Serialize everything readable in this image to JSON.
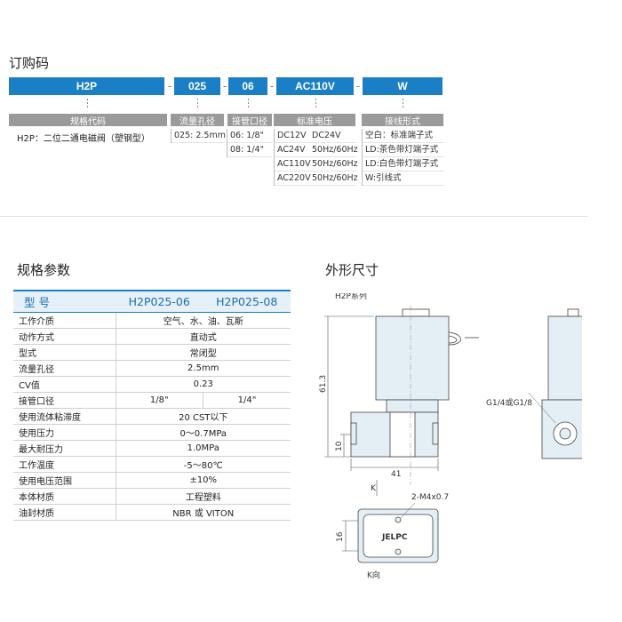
{
  "order": {
    "title": "订购码",
    "codes": [
      "H2P",
      "025",
      "06",
      "AC110V",
      "W"
    ],
    "separator": "-",
    "labels": [
      "规格代码",
      "流量孔径",
      "接管口径",
      "标准电压",
      "接线形式"
    ],
    "model_desc": "H2P：二位二通电磁阀（塑钢型）",
    "orifice": "025: 2.5mm",
    "port": [
      "06: 1/8\"",
      "08: 1/4\""
    ],
    "voltage": [
      [
        "DC12V",
        "DC24V"
      ],
      [
        "AC24V",
        "50Hz/60Hz"
      ],
      [
        "AC110V",
        "50Hz/60Hz"
      ],
      [
        "AC220V",
        "50Hz/60Hz"
      ]
    ],
    "wiring": [
      "空白：标准端子式",
      "LD:茶色带灯端子式",
      "LD:白色带灯端子式",
      "W:引线式"
    ]
  },
  "spec": {
    "title": "规格参数",
    "header": [
      "型 号",
      "H2P025-06",
      "H2P025-08"
    ],
    "rows": [
      [
        "工作介质",
        "空气、水、油、瓦斯"
      ],
      [
        "动作方式",
        "直动式"
      ],
      [
        "型式",
        "常闭型"
      ],
      [
        "流量孔径",
        "2.5mm"
      ],
      [
        "CV值",
        "0.23"
      ],
      [
        "接管口径",
        "1/8\"",
        "1/4\""
      ],
      [
        "使用流体粘滞度",
        "20 CST以下"
      ],
      [
        "使用压力",
        "0～0.7MPa"
      ],
      [
        "最大耐压力",
        "1.0MPa"
      ],
      [
        "工作温度",
        "-5～80℃"
      ],
      [
        "使用电压范围",
        "±10%"
      ],
      [
        "本体材质",
        "工程塑料"
      ],
      [
        "油封材质",
        "NBR 或 VITON"
      ]
    ]
  },
  "dims": {
    "title": "外形尺寸",
    "series": "H2P系列",
    "height": "61.3",
    "base": "10",
    "width": "41",
    "depth": "16",
    "port_label": "G1/4或G1/8",
    "screw": "2-M4x0.7",
    "brand": "JELPC",
    "k_mark": "K",
    "k_view": "K向"
  },
  "colors": {
    "accent": "#1b7fc6",
    "label_gray": "#9a9a9a"
  }
}
